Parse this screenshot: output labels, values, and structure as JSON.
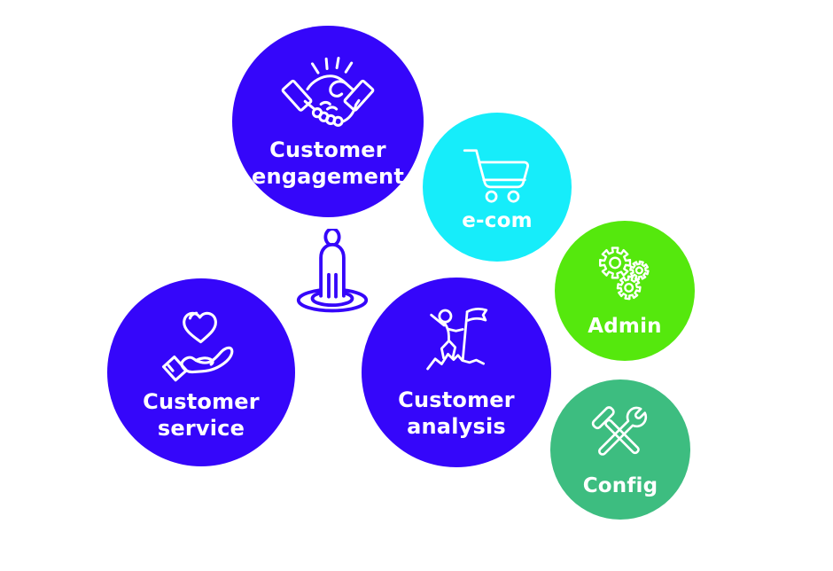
{
  "canvas": {
    "background": "#ffffff"
  },
  "center_icon": {
    "name": "person-ripple-icon",
    "color": "#3506fa"
  },
  "bubbles": [
    {
      "id": "customer-engagement",
      "label": "Customer engagement",
      "color": "#3506fa",
      "text_color": "#ffffff",
      "icon": "handshake-icon"
    },
    {
      "id": "e-com",
      "label": "e-com",
      "color": "#16edfa",
      "text_color": "#ffffff",
      "icon": "shopping-cart-icon"
    },
    {
      "id": "admin",
      "label": "Admin",
      "color": "#55e80d",
      "text_color": "#ffffff",
      "icon": "gears-icon"
    },
    {
      "id": "config",
      "label": "Config",
      "color": "#3dbd80",
      "text_color": "#ffffff",
      "icon": "hammer-wrench-icon"
    },
    {
      "id": "customer-service",
      "label": "Customer service",
      "color": "#3506fa",
      "text_color": "#ffffff",
      "icon": "hand-heart-icon"
    },
    {
      "id": "customer-analysis",
      "label": "Customer analysis",
      "color": "#3506fa",
      "text_color": "#ffffff",
      "icon": "flag-summit-icon"
    }
  ]
}
